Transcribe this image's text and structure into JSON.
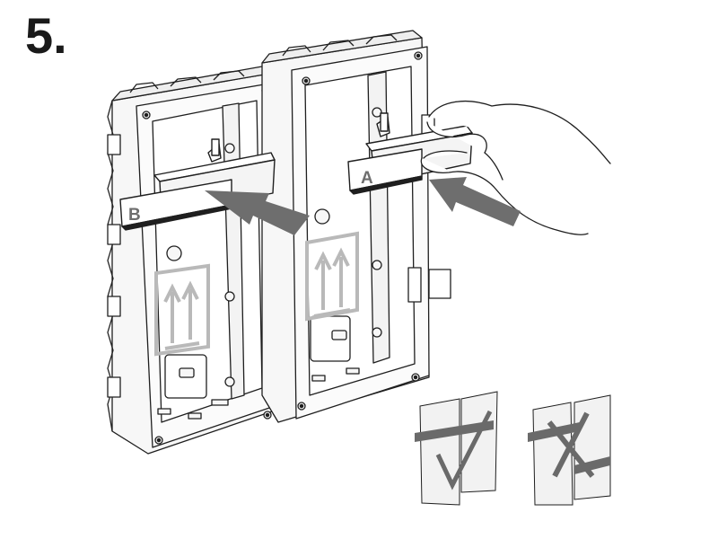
{
  "step": {
    "number": "5."
  },
  "brackets": {
    "a": {
      "label": "A"
    },
    "b": {
      "label": "B"
    }
  },
  "colors": {
    "line": "#1f1f1f",
    "arrow": "#6e6e6e",
    "panel_fill": "#f7f7f7",
    "symbol_gray": "#b9b9b9",
    "check_fill": "#f2f2f2",
    "band_gray": "#6a6a6a"
  },
  "icons": [
    "this-way-up-arrows-icon",
    "correct-check-icon",
    "incorrect-cross-icon",
    "hand-icon",
    "insert-arrow-icon"
  ]
}
